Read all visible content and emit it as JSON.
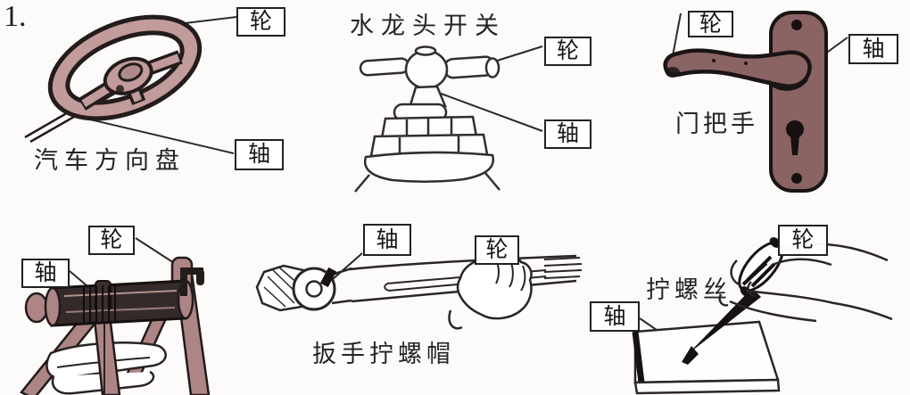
{
  "question_number": "1.",
  "labels": {
    "wheel": "轮",
    "axle": "轴"
  },
  "panels": [
    {
      "name": "steering-wheel",
      "caption": "汽车方向盘",
      "wheel_label": "轮",
      "axle_label": "轴"
    },
    {
      "name": "faucet",
      "caption": "水龙头开关",
      "wheel_label": "轮",
      "axle_label": "轴"
    },
    {
      "name": "door-handle",
      "caption": "门把手",
      "wheel_label": "轮",
      "axle_label": "轴"
    },
    {
      "name": "windlass",
      "wheel_label": "轮",
      "axle_label": "轴"
    },
    {
      "name": "wrench",
      "caption": "扳手拧螺帽",
      "wheel_label": "轮",
      "axle_label": "轴"
    },
    {
      "name": "screwdriver",
      "caption": "拧螺丝",
      "wheel_label": "轮",
      "axle_label": "轴"
    }
  ],
  "colors": {
    "background": "#fcfbf9",
    "ink": "#2b2626",
    "steering_wheel": "#c29b9b",
    "door_handle": "#8a6363",
    "windlass_wood": "#ad8585",
    "windlass_drum": "#342a2a",
    "dark_fill": "#171212"
  }
}
